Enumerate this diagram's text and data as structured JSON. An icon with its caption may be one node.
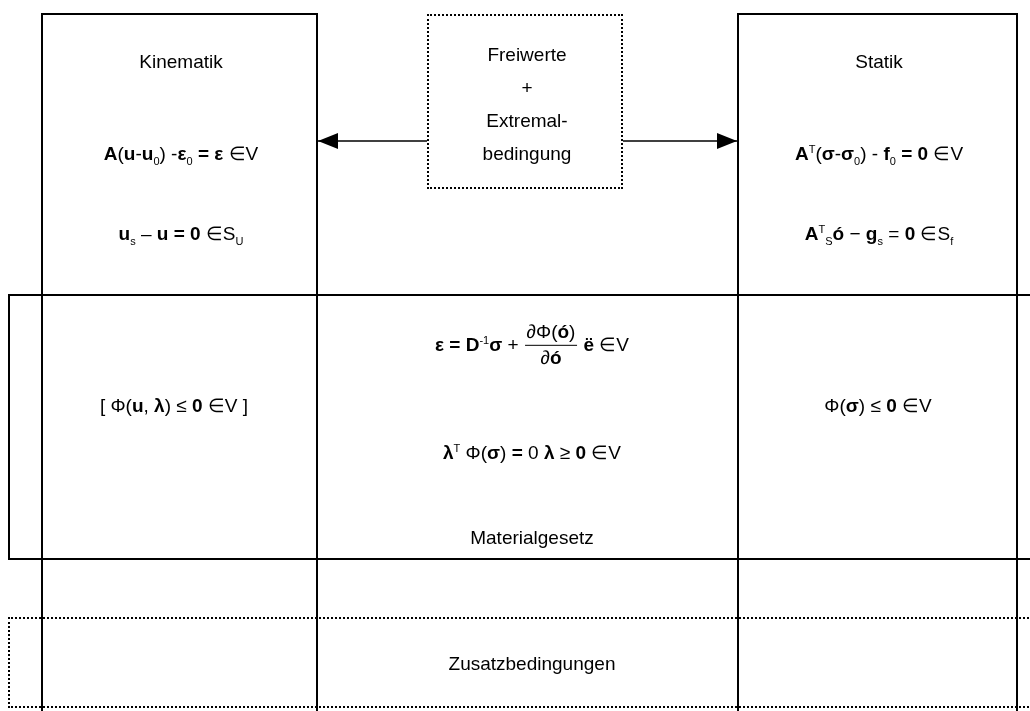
{
  "diagram": {
    "nodes": [
      {
        "text": [
          "Kinematik",
          "**A**(**u**-**u**$_{0}$) -**ε**$_{0}$ **= ε**  ∈V",
          "**u**$_{s}$ – **u = 0**  ∈S$_{U}$",
          "[ Φ(**u**, **λ**) ≤ **0**  ∈V ]"
        ]
      },
      {
        "text": [
          "Freiwerte + Extremal- bedingung"
        ]
      },
      {
        "text": [
          "Statik",
          "**A**$^{T}$(**σ**-**σ**$_{0}$) - **f**$_{0}$ **= 0** ∈V",
          "**A**$^{T}$$_{S}$**ó** − **g**$_{s}$ = **0**  ∈S$_{f}$",
          "Φ(**σ**) ≤ **0**  ∈V"
        ]
      },
      {
        "text": [
          "**ε = D**$^{-1}$**σ** +",
          "∂Φ(**ó**)",
          "∂**ó**",
          "**ë**  ∈V",
          "**λ**$^{T}$ Φ(**σ**) **=** 0   **λ** ≥ **0** ∈V",
          "Materialgesetz"
        ]
      },
      {
        "text": [
          "Zusatzbedingungen"
        ]
      }
    ],
    "edges": [
      {
        "from": 1,
        "to": 0,
        "arrow": "to"
      },
      {
        "from": 1,
        "to": 2,
        "arrow": "to"
      }
    ]
  }
}
